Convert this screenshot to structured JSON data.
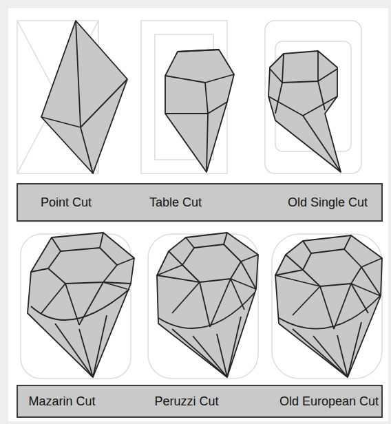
{
  "diagram": {
    "nodes": [
      {
        "text": [
          "Point Cut",
          "Table Cut",
          "Old Single Cut"
        ]
      },
      {
        "text": [
          "Mazarin Cut",
          "Peruzzi Cut",
          "Old European Cut"
        ]
      }
    ]
  }
}
